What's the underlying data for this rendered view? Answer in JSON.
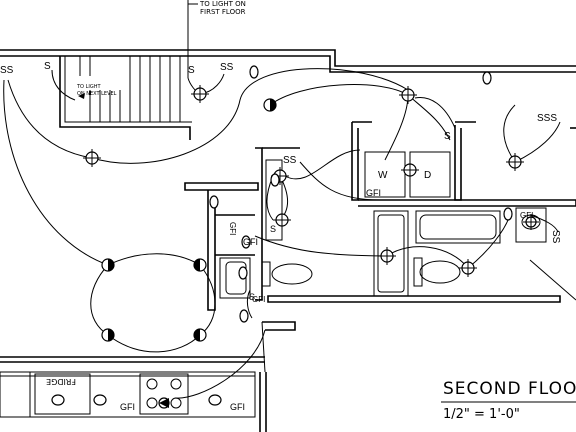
{
  "notes": {
    "light_first_floor": [
      "TO LIGHT ON",
      "FIRST FLOOR"
    ],
    "light_next_level": [
      "TO LIGHT",
      "ON NEXT LEVEL"
    ]
  },
  "title_block": {
    "title": "SECOND FLOO",
    "scale": "1/2\" = 1'-0\""
  },
  "labels": {
    "fridge": "FRIDGE",
    "washer": "W",
    "dryer": "D",
    "gfi": "GFI",
    "switch": "S",
    "switch_pair": "SS",
    "switch_triple": "SSS"
  }
}
